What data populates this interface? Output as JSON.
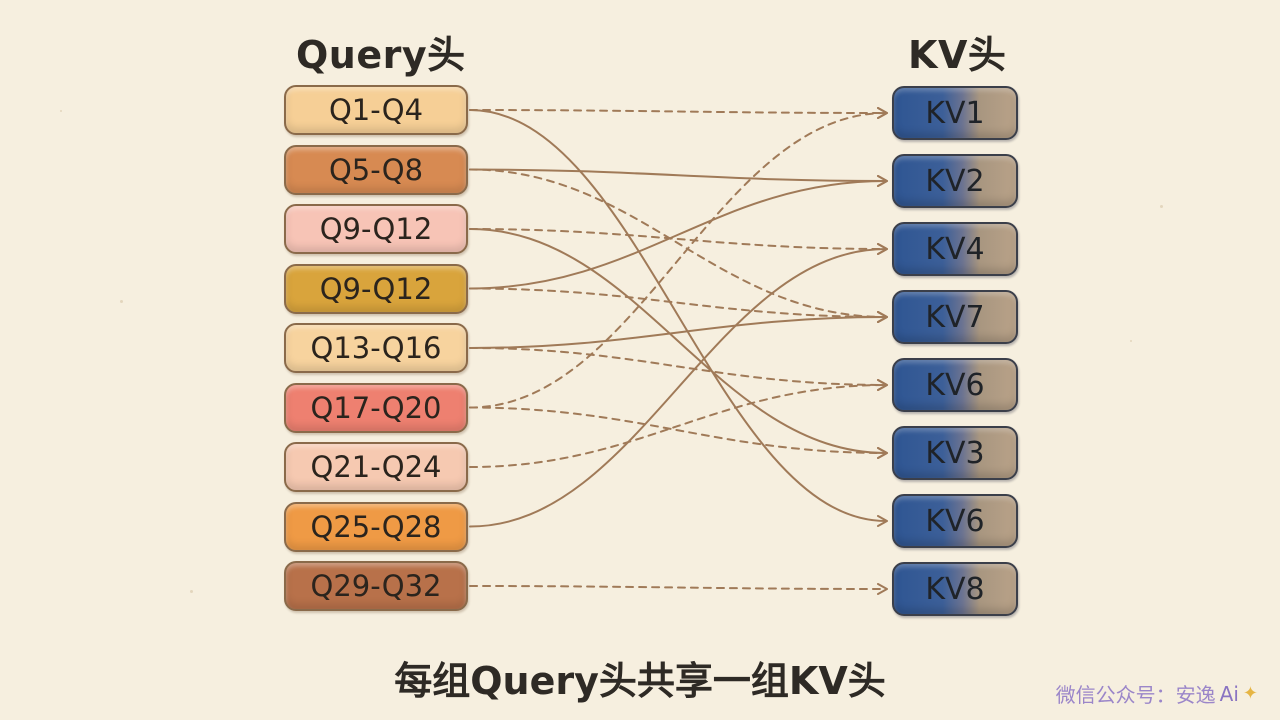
{
  "titles": {
    "query": "Query头",
    "kv": "KV头"
  },
  "query_groups": [
    {
      "label": "Q1-Q4",
      "color": "#f6cf96"
    },
    {
      "label": "Q5-Q8",
      "color": "#d78a52"
    },
    {
      "label": "Q9-Q12",
      "color": "#f7c4b6"
    },
    {
      "label": "Q9-Q12",
      "color": "#d9a43c"
    },
    {
      "label": "Q13-Q16",
      "color": "#f7d39e"
    },
    {
      "label": "Q17-Q20",
      "color": "#ee8070"
    },
    {
      "label": "Q21-Q24",
      "color": "#f6c9b1"
    },
    {
      "label": "Q25-Q28",
      "color": "#ef9a45"
    },
    {
      "label": "Q29-Q32",
      "color": "#b8714a"
    }
  ],
  "kv_heads": [
    "KV1",
    "KV2",
    "KV4",
    "KV7",
    "KV6",
    "KV3",
    "KV6",
    "KV8"
  ],
  "mappings": [
    {
      "from": 0,
      "to": 0,
      "style": "dashed"
    },
    {
      "from": 0,
      "to": 6,
      "style": "solid"
    },
    {
      "from": 1,
      "to": 1,
      "style": "solid"
    },
    {
      "from": 1,
      "to": 3,
      "style": "dashed"
    },
    {
      "from": 2,
      "to": 2,
      "style": "dashed"
    },
    {
      "from": 2,
      "to": 5,
      "style": "solid"
    },
    {
      "from": 3,
      "to": 1,
      "style": "solid"
    },
    {
      "from": 3,
      "to": 3,
      "style": "dashed"
    },
    {
      "from": 4,
      "to": 3,
      "style": "solid"
    },
    {
      "from": 4,
      "to": 4,
      "style": "dashed"
    },
    {
      "from": 5,
      "to": 5,
      "style": "dashed"
    },
    {
      "from": 5,
      "to": 0,
      "style": "dashed"
    },
    {
      "from": 6,
      "to": 4,
      "style": "dashed"
    },
    {
      "from": 7,
      "to": 2,
      "style": "solid"
    },
    {
      "from": 8,
      "to": 7,
      "style": "dashed"
    }
  ],
  "caption": "每组Query头共享一组KV头",
  "watermark": {
    "text": "微信公众号：安逸",
    "ai": "Ai",
    "icon": "sparkle-icon"
  },
  "colors": {
    "arrow": "#a07a58",
    "background": "#f6efdf"
  }
}
